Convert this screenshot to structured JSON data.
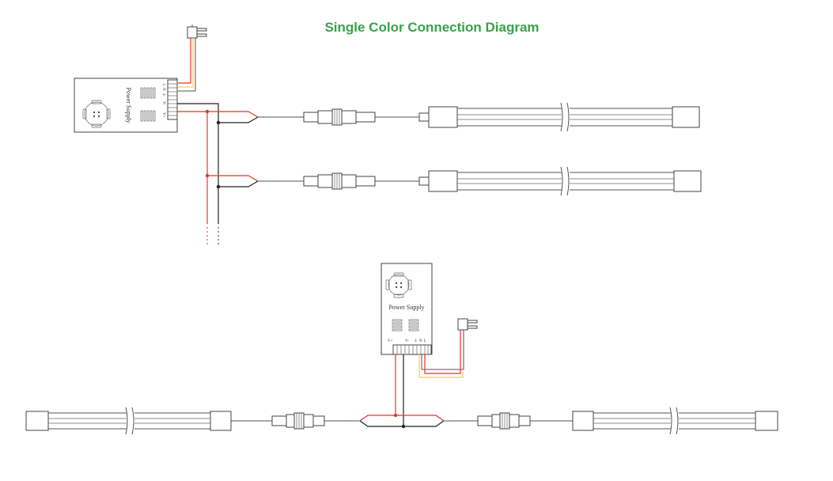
{
  "title": "Single Color Connection Diagram",
  "title_color": "#3aa14a",
  "power_supply_label": "Power Supply",
  "terminal_marks": {
    "v_plus": "V+",
    "v_minus": "V-",
    "ground": "⏚",
    "n": "N",
    "l": "L"
  },
  "wire_colors": {
    "positive": "#e3362f",
    "negative": "#222222",
    "ac": "#e8c53a"
  }
}
